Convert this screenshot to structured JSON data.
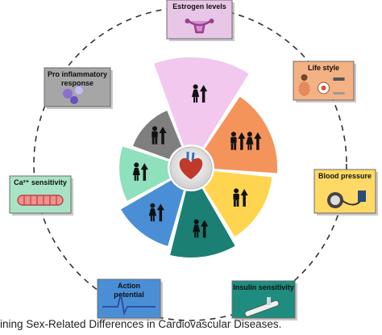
{
  "factors": [
    {
      "id": "estrogen",
      "label_lines": [
        "Estrogen levels"
      ],
      "fill": "#e8c6e6",
      "icon": "uterus-icon"
    },
    {
      "id": "lifestyle",
      "label_lines": [
        "Life style"
      ],
      "fill": "#f4b183",
      "icon": "lifestyle-icon"
    },
    {
      "id": "blood-pressure",
      "label_lines": [
        "Blood pressure"
      ],
      "fill": "#ffd966",
      "icon": "blood-pressure-monitor-icon"
    },
    {
      "id": "insulin",
      "label_lines": [
        "Insulin sensitivity"
      ],
      "fill": "#1e8c7e",
      "icon": "insulin-pen-icon"
    },
    {
      "id": "action-potential",
      "label_lines": [
        "Action",
        "potential"
      ],
      "fill": "#4a8fd6",
      "icon": "ecg-wave-icon"
    },
    {
      "id": "calcium",
      "label_lines": [
        "Ca²⁺ sensitivity"
      ],
      "fill": "#a9e3c6",
      "icon": "muscle-fiber-icon"
    },
    {
      "id": "inflammatory",
      "label_lines": [
        "Pro inflammatory",
        "response"
      ],
      "fill": "#a6a6a6",
      "icon": "molecules-icon"
    }
  ],
  "wheel": {
    "segments": [
      {
        "factor": "estrogen",
        "fill": "#f2c8ef",
        "symbols": "female-up"
      },
      {
        "factor": "lifestyle",
        "fill": "#f4945a",
        "symbols": "male-up female-up"
      },
      {
        "factor": "blood-pressure",
        "fill": "#ffd54f",
        "symbols": "male-up"
      },
      {
        "factor": "insulin",
        "fill": "#1b7f74",
        "symbols": "female-up"
      },
      {
        "factor": "action-potential",
        "fill": "#4a8fd6",
        "symbols": "female-up"
      },
      {
        "factor": "calcium",
        "fill": "#8fe0bd",
        "symbols": "female-up"
      },
      {
        "factor": "inflammatory",
        "fill": "#7f7f7f",
        "symbols": "male-up"
      }
    ],
    "center_icon": "heart-icon"
  },
  "caption": "ining Sex-Related Differences in Cardiovascular Diseases."
}
